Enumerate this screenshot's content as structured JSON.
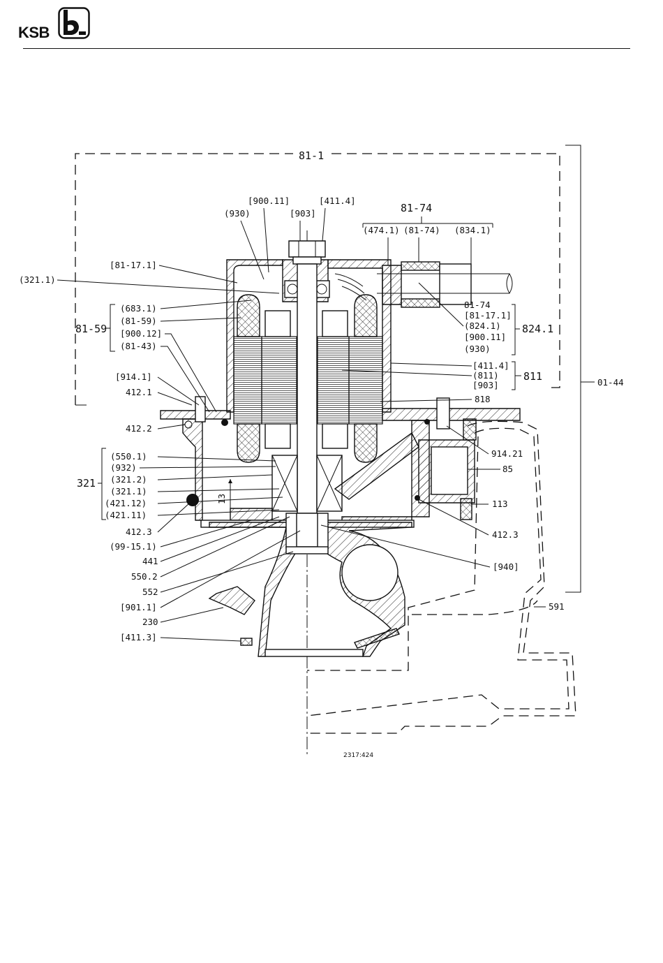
{
  "header": {
    "logo_text": "KSB",
    "logo_icon": "ksb-b-icon"
  },
  "drawing": {
    "groups": {
      "g8101": "81-1",
      "g8174": "81-74",
      "g8159": "81-59",
      "g321": "321",
      "g0144": "01-44",
      "g8241": "824.1",
      "g811": "811"
    },
    "labels_top": {
      "l90011": "[900.11]",
      "l4114": "[411.4]",
      "l930": "(930)",
      "l903": "[903]",
      "l4741": "(474.1)",
      "l8174p": "(81-74)",
      "l8341": "(834.1)"
    },
    "labels_left": {
      "l81171": "[81-17.1]",
      "l3211": "(321.1)",
      "l6831": "(683.1)",
      "l8159b": "(81-59)",
      "l90012": "[900.12]",
      "l8143": "(81-43)",
      "l9141": "[914.1]",
      "l4121": "412.1",
      "l4122": "412.2",
      "l5501": "(550.1)",
      "l932": "(932)",
      "l3212": "(321.2)",
      "l3211b": "(321.1)",
      "l42112": "(421.12)",
      "l42111": "(421.11)",
      "l4123": "412.3",
      "l99151": "(99-15.1)",
      "l441": "441",
      "l5502": "550.2",
      "l552": "552",
      "l9011": "[901.1]",
      "l230": "230",
      "l4113": "[411.3]"
    },
    "labels_right": {
      "l8174r": "81-74",
      "l81171r": "[81-17.1]",
      "l8241p": "(824.1)",
      "l90011r": "[900.11]",
      "l930r": "(930)",
      "l4114r": "[411.4]",
      "l811p": "(811)",
      "l903r": "[903]",
      "l818": "818",
      "l91421": "914.21",
      "l85": "85",
      "l113": "113",
      "l4123r": "412.3",
      "l940": "[940]",
      "l591": "591"
    },
    "dimension": "13",
    "drawing_number": "2317:424"
  }
}
